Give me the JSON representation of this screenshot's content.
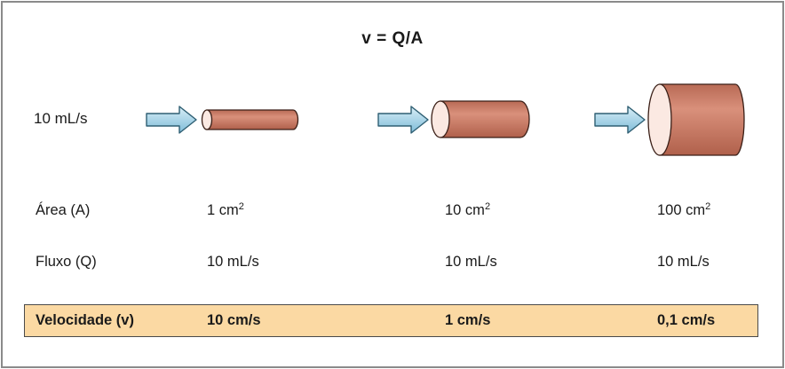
{
  "formula": "v = Q/A",
  "flow_label": "10 mL/s",
  "rows": {
    "area": {
      "label": "Área (A)",
      "values": [
        {
          "num": "1 cm",
          "exp": "2"
        },
        {
          "num": "10 cm",
          "exp": "2"
        },
        {
          "num": "100 cm",
          "exp": "2"
        }
      ]
    },
    "flow": {
      "label": "Fluxo (Q)",
      "values": [
        "10 mL/s",
        "10 mL/s",
        "10 mL/s"
      ]
    },
    "velocity": {
      "label": "Velocidade (v)",
      "values": [
        "10 cm/s",
        "1 cm/s",
        "0,1 cm/s"
      ]
    }
  },
  "colors": {
    "tube_body": "#c97b66",
    "tube_end": "#fbe9e2",
    "arrow_fill": "#a9d7ea",
    "highlight_band": "#fbd9a3"
  }
}
